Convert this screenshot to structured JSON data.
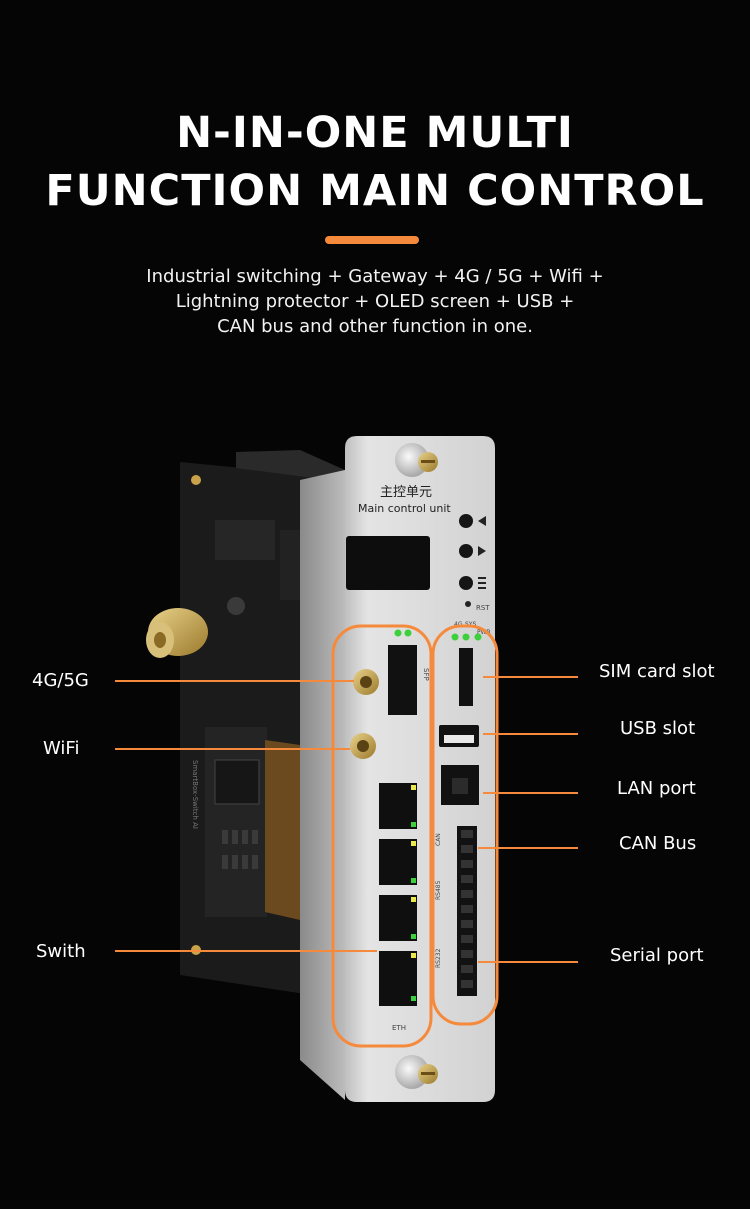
{
  "header": {
    "title_line1": "N-IN-ONE MULTI",
    "title_line2": "FUNCTION MAIN CONTROL",
    "subtitle_line1": "Industrial switching + Gateway + 4G / 5G + Wifi +",
    "subtitle_line2": "Lightning protector + OLED screen + USB +",
    "subtitle_line3": "CAN bus and other function in one."
  },
  "device": {
    "panel_title": "主控单元",
    "panel_subtitle": "Main control unit",
    "rst_label": "RST",
    "eth_label": "ETH",
    "sfp_label": "SFP",
    "status_labels": [
      "4G",
      "SYS",
      "PWR"
    ],
    "interface_labels": [
      "CAN",
      "RS485",
      "RS232"
    ],
    "board_text": "SmartBox-Switch AI"
  },
  "callouts": {
    "left": [
      "4G/5G",
      "WiFi",
      "Swith"
    ],
    "right": [
      "SIM card slot",
      "USB slot",
      "LAN port",
      "CAN Bus",
      "Serial port"
    ]
  },
  "colors": {
    "accent": "#f58a3c",
    "background": "#050505",
    "panel": "#d9d9d9",
    "board": "#1b1b1b"
  }
}
